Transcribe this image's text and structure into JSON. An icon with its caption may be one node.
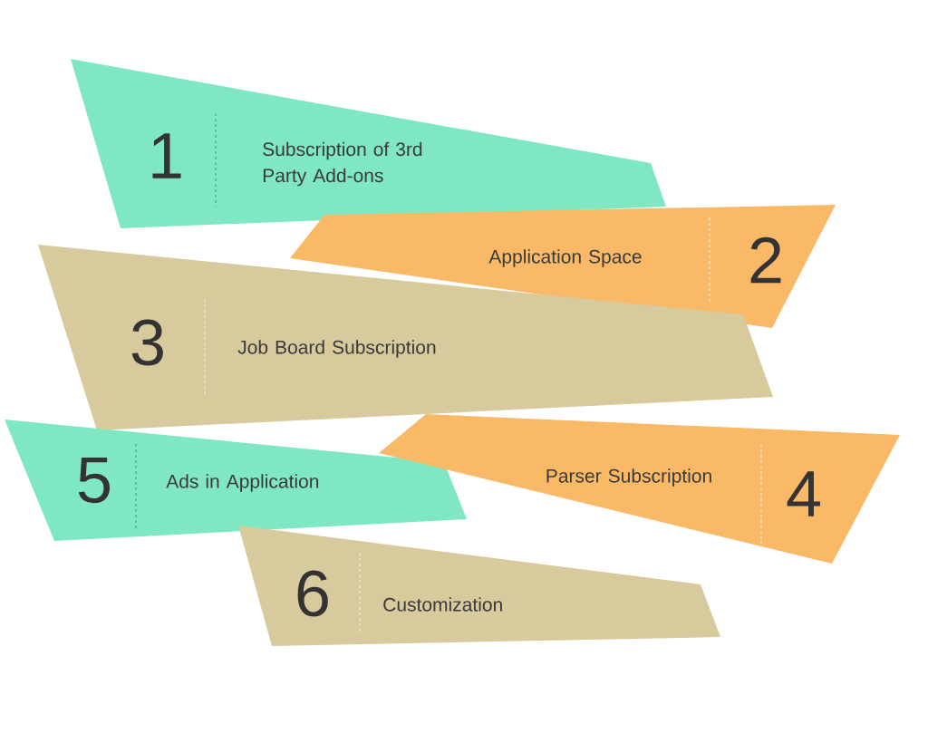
{
  "diagram": {
    "nodes": [
      {
        "text": [
          "1",
          "Subscription of 3rd Party Add-ons"
        ]
      },
      {
        "text": [
          "Application Space",
          "2"
        ]
      },
      {
        "text": [
          "3",
          "Job Board Subscription"
        ]
      },
      {
        "text": [
          "Parser Subscription",
          "4"
        ]
      },
      {
        "text": [
          "5",
          "Ads in Application"
        ]
      },
      {
        "text": [
          "6",
          "Customization"
        ]
      }
    ]
  }
}
